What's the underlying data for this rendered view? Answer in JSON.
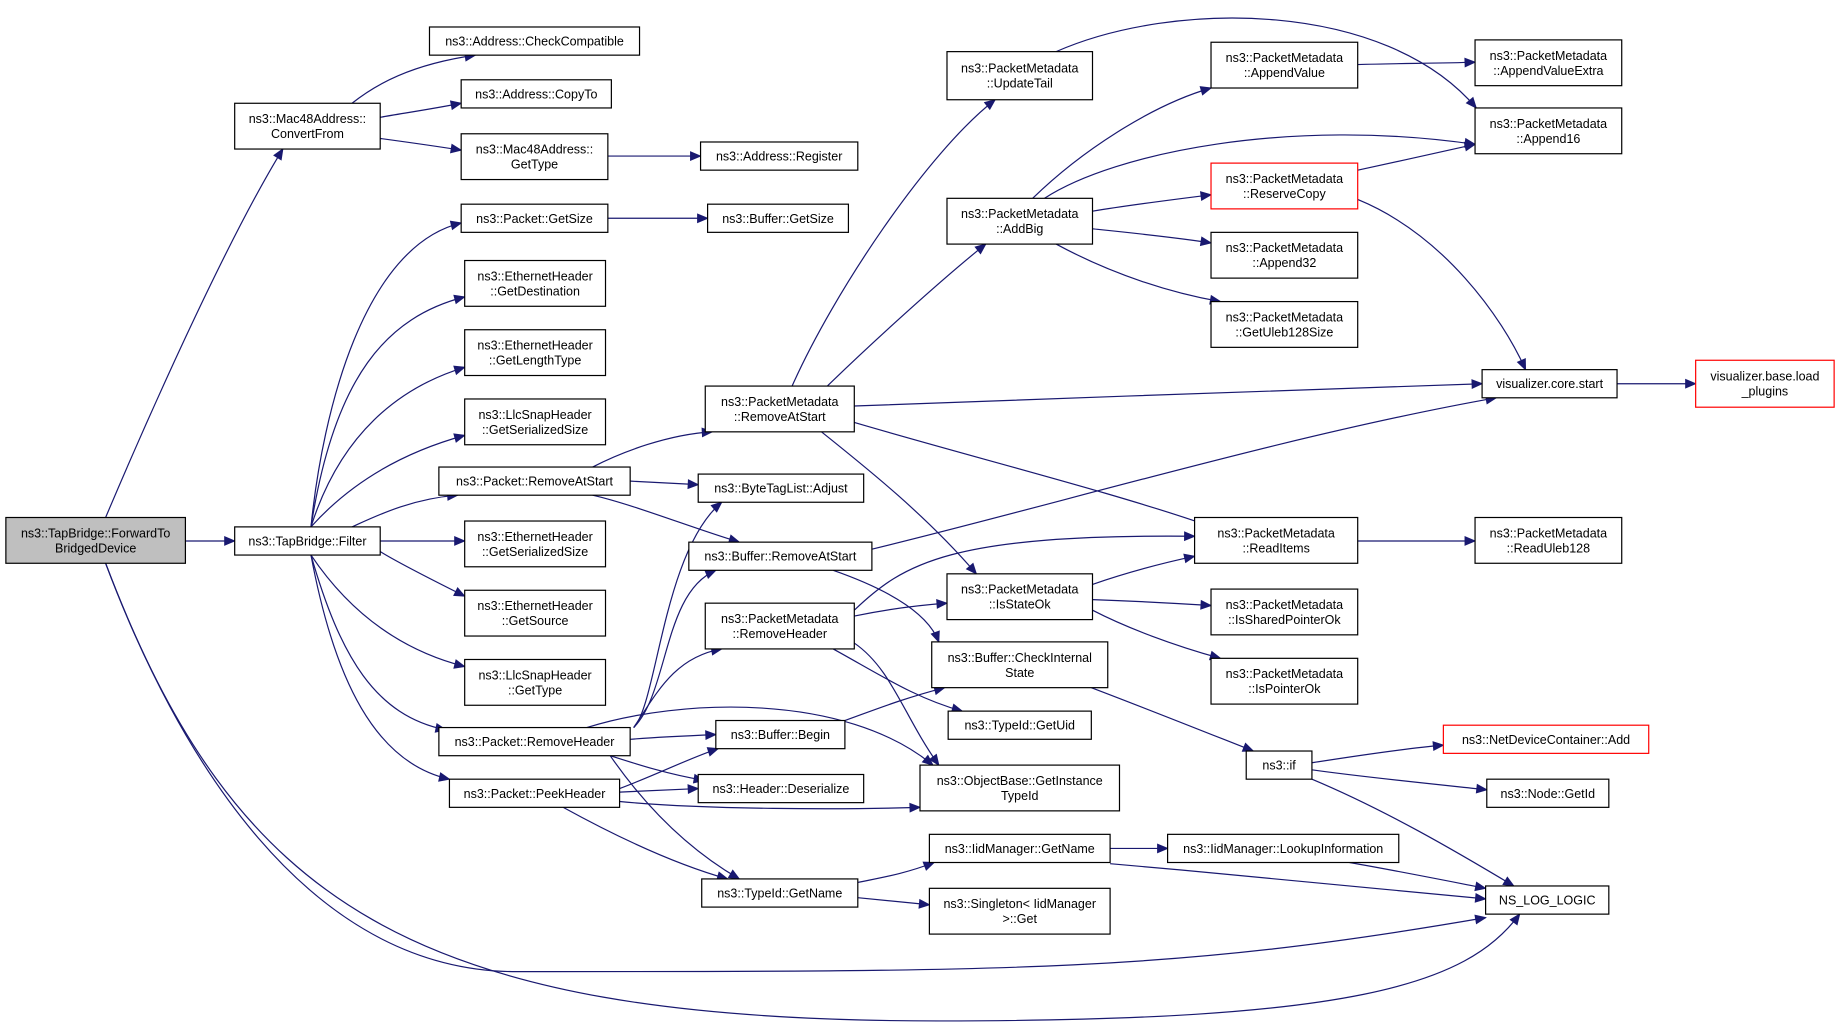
{
  "diagram": {
    "type": "call-graph",
    "colors": {
      "edge": "#191970",
      "node_border": "#000000",
      "node_border_truncated": "#ff0000",
      "node_fill": "#ffffff",
      "root_fill": "#bfbfbf"
    },
    "nodes": [
      {
        "id": "root",
        "lines": [
          "ns3::TapBridge::ForwardTo",
          "BridgedDevice"
        ],
        "root": true
      },
      {
        "id": "mac48conv",
        "lines": [
          "ns3::Mac48Address::",
          "ConvertFrom"
        ]
      },
      {
        "id": "addrCheck",
        "lines": [
          "ns3::Address::CheckCompatible"
        ]
      },
      {
        "id": "addrCopy",
        "lines": [
          "ns3::Address::CopyTo"
        ]
      },
      {
        "id": "macGetType",
        "lines": [
          "ns3::Mac48Address::",
          "GetType"
        ]
      },
      {
        "id": "addrReg",
        "lines": [
          "ns3::Address::Register"
        ]
      },
      {
        "id": "filter",
        "lines": [
          "ns3::TapBridge::Filter"
        ]
      },
      {
        "id": "pktGetSize",
        "lines": [
          "ns3::Packet::GetSize"
        ]
      },
      {
        "id": "bufGetSize",
        "lines": [
          "ns3::Buffer::GetSize"
        ]
      },
      {
        "id": "ethGetDest",
        "lines": [
          "ns3::EthernetHeader",
          "::GetDestination"
        ]
      },
      {
        "id": "ethGetLen",
        "lines": [
          "ns3::EthernetHeader",
          "::GetLengthType"
        ]
      },
      {
        "id": "llcSer",
        "lines": [
          "ns3::LlcSnapHeader",
          "::GetSerializedSize"
        ]
      },
      {
        "id": "pktRemAt",
        "lines": [
          "ns3::Packet::RemoveAtStart"
        ]
      },
      {
        "id": "ethSer",
        "lines": [
          "ns3::EthernetHeader",
          "::GetSerializedSize"
        ]
      },
      {
        "id": "ethSrc",
        "lines": [
          "ns3::EthernetHeader",
          "::GetSource"
        ]
      },
      {
        "id": "llcType",
        "lines": [
          "ns3::LlcSnapHeader",
          "::GetType"
        ]
      },
      {
        "id": "pktRemHdr",
        "lines": [
          "ns3::Packet::RemoveHeader"
        ]
      },
      {
        "id": "pktPeek",
        "lines": [
          "ns3::Packet::PeekHeader"
        ]
      },
      {
        "id": "pmRemAt",
        "lines": [
          "ns3::PacketMetadata",
          "::RemoveAtStart"
        ]
      },
      {
        "id": "btlAdjust",
        "lines": [
          "ns3::ByteTagList::Adjust"
        ]
      },
      {
        "id": "bufRemAt",
        "lines": [
          "ns3::Buffer::RemoveAtStart"
        ]
      },
      {
        "id": "pmRemHdr",
        "lines": [
          "ns3::PacketMetadata",
          "::RemoveHeader"
        ]
      },
      {
        "id": "bufBegin",
        "lines": [
          "ns3::Buffer::Begin"
        ]
      },
      {
        "id": "hdrDeser",
        "lines": [
          "ns3::Header::Deserialize"
        ]
      },
      {
        "id": "tidGetName",
        "lines": [
          "ns3::TypeId::GetName"
        ]
      },
      {
        "id": "pmUpdTail",
        "lines": [
          "ns3::PacketMetadata",
          "::UpdateTail"
        ]
      },
      {
        "id": "pmAddBig",
        "lines": [
          "ns3::PacketMetadata",
          "::AddBig"
        ]
      },
      {
        "id": "pmIsState",
        "lines": [
          "ns3::PacketMetadata",
          "::IsStateOk"
        ]
      },
      {
        "id": "bufCheck",
        "lines": [
          "ns3::Buffer::CheckInternal",
          "State"
        ]
      },
      {
        "id": "tidGetUid",
        "lines": [
          "ns3::TypeId::GetUid"
        ]
      },
      {
        "id": "objGetInst",
        "lines": [
          "ns3::ObjectBase::GetInstance",
          "TypeId"
        ]
      },
      {
        "id": "iidGetName",
        "lines": [
          "ns3::IidManager::GetName"
        ]
      },
      {
        "id": "singleton",
        "lines": [
          "ns3::Singleton< IidManager",
          ">::Get"
        ]
      },
      {
        "id": "pmAppVal",
        "lines": [
          "ns3::PacketMetadata",
          "::AppendValue"
        ]
      },
      {
        "id": "pmResCopy",
        "lines": [
          "ns3::PacketMetadata",
          "::ReserveCopy"
        ],
        "truncated": true
      },
      {
        "id": "pmApp32",
        "lines": [
          "ns3::PacketMetadata",
          "::Append32"
        ]
      },
      {
        "id": "pmUleb",
        "lines": [
          "ns3::PacketMetadata",
          "::GetUleb128Size"
        ]
      },
      {
        "id": "pmReadItems",
        "lines": [
          "ns3::PacketMetadata",
          "::ReadItems"
        ]
      },
      {
        "id": "pmIsShared",
        "lines": [
          "ns3::PacketMetadata",
          "::IsSharedPointerOk"
        ]
      },
      {
        "id": "pmIsPtr",
        "lines": [
          "ns3::PacketMetadata",
          "::IsPointerOk"
        ]
      },
      {
        "id": "nsif",
        "lines": [
          "ns3::if"
        ]
      },
      {
        "id": "iidLookup",
        "lines": [
          "ns3::IidManager::LookupInformation"
        ]
      },
      {
        "id": "pmAppValEx",
        "lines": [
          "ns3::PacketMetadata",
          "::AppendValueExtra"
        ]
      },
      {
        "id": "pmApp16",
        "lines": [
          "ns3::PacketMetadata",
          "::Append16"
        ]
      },
      {
        "id": "vizStart",
        "lines": [
          "visualizer.core.start"
        ]
      },
      {
        "id": "pmReadUleb",
        "lines": [
          "ns3::PacketMetadata",
          "::ReadUleb128"
        ]
      },
      {
        "id": "ndcAdd",
        "lines": [
          "ns3::NetDeviceContainer::Add"
        ],
        "truncated": true
      },
      {
        "id": "nodeGetId",
        "lines": [
          "ns3::Node::GetId"
        ]
      },
      {
        "id": "nslog",
        "lines": [
          "NS_LOG_LOGIC"
        ]
      },
      {
        "id": "vizLoad",
        "lines": [
          "visualizer.base.load",
          "_plugins"
        ],
        "truncated": true
      }
    ]
  }
}
